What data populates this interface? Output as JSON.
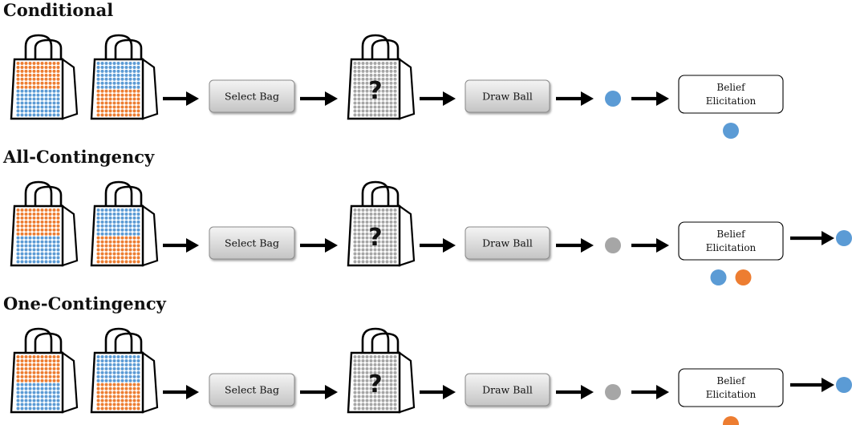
{
  "colors": {
    "blue": "#5b9bd5",
    "orange": "#ed7d31",
    "gray": "#a6a6a6",
    "black": "#000000",
    "button_fill_top": "#f2f2f2",
    "button_fill_bottom": "#c8c8c8"
  },
  "labels": {
    "select_bag": "Select Bag",
    "draw_ball": "Draw Ball",
    "belief_line1": "Belief",
    "belief_line2": "Elicitation",
    "question_mark": "?"
  },
  "rows": [
    {
      "title": "Conditional",
      "bag1_layout": [
        "orange",
        "blue"
      ],
      "bag2_layout": [
        "blue",
        "orange"
      ],
      "drawn_ball": "blue",
      "elicit_balls": [
        "blue"
      ],
      "trailing_ball": null
    },
    {
      "title": "All-Contingency",
      "bag1_layout": [
        "orange",
        "blue"
      ],
      "bag2_layout": [
        "blue",
        "orange"
      ],
      "drawn_ball": "gray",
      "elicit_balls": [
        "blue",
        "orange"
      ],
      "trailing_ball": "blue"
    },
    {
      "title": "One-Contingency",
      "bag1_layout": [
        "orange",
        "blue"
      ],
      "bag2_layout": [
        "blue",
        "orange"
      ],
      "drawn_ball": "gray",
      "elicit_balls": [
        "orange"
      ],
      "trailing_ball": "blue"
    }
  ]
}
